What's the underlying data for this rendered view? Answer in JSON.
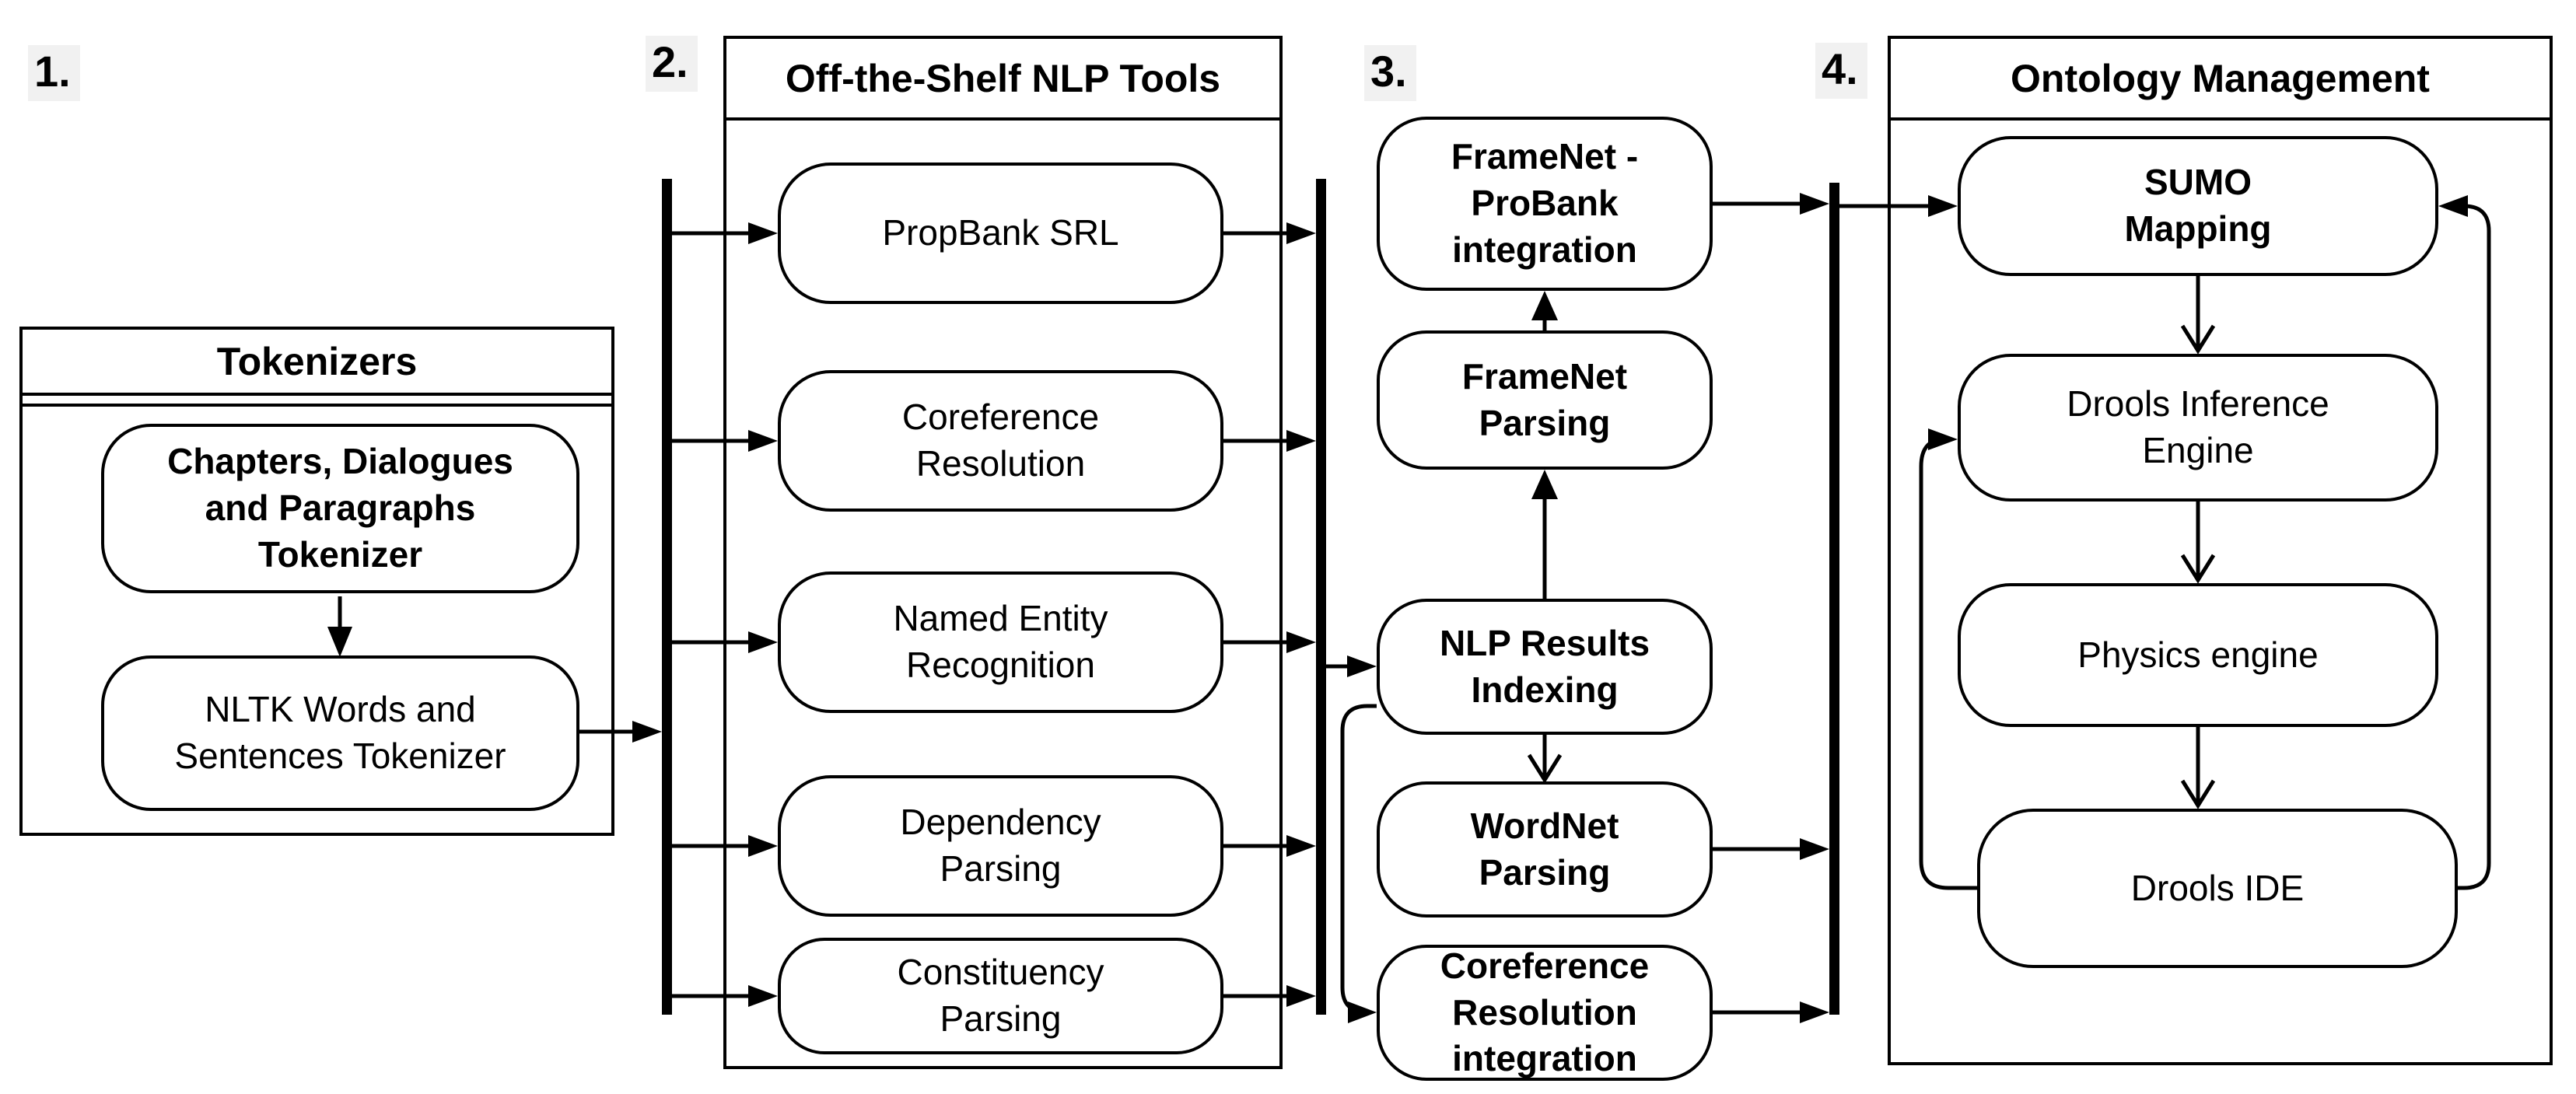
{
  "step_labels": [
    "1.",
    "2.",
    "3.",
    "4."
  ],
  "sections": {
    "tokenizers": {
      "title": "Tokenizers",
      "nodes": [
        {
          "label": "Chapters, Dialogues\nand Paragraphs\nTokenizer"
        },
        {
          "label": "NLTK Words and\nSentences Tokenizer"
        }
      ]
    },
    "nlp_tools": {
      "title": "Off-the-Shelf NLP Tools",
      "nodes": [
        {
          "label": "PropBank SRL"
        },
        {
          "label": "Coreference\nResolution"
        },
        {
          "label": "Named Entity\nRecognition"
        },
        {
          "label": "Dependency\nParsing"
        },
        {
          "label": "Constituency\nParsing"
        }
      ]
    },
    "integration": {
      "nodes": [
        {
          "label": "FrameNet -\nProBank\nintegration"
        },
        {
          "label": "FrameNet\nParsing"
        },
        {
          "label": "NLP Results\nIndexing"
        },
        {
          "label": "WordNet\nParsing"
        },
        {
          "label": "Coreference\nResolution\nintegration"
        }
      ]
    },
    "ontology": {
      "title": "Ontology Management",
      "nodes": [
        {
          "label": "SUMO\nMapping"
        },
        {
          "label": "Drools Inference\nEngine"
        },
        {
          "label": "Physics engine"
        },
        {
          "label": "Drools IDE"
        }
      ]
    }
  },
  "colors": {
    "line": "#000000",
    "background": "#ffffff",
    "label_background": "#f1f1f1"
  }
}
